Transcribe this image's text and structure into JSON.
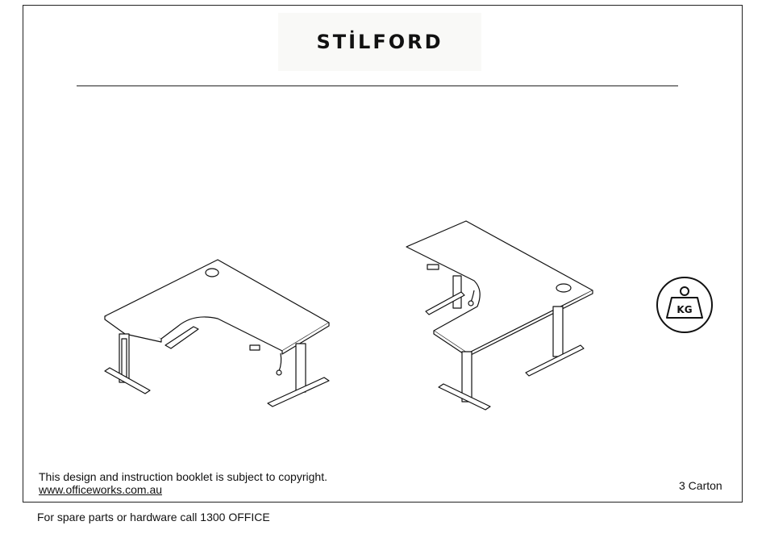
{
  "brand": {
    "logo_text": "STİLFORD"
  },
  "footer": {
    "copyright": "This design and instruction booklet is subject to copyright.",
    "website": "www.officeworks.com.au",
    "cartons": "3 Carton",
    "spare_parts": "For spare parts or hardware call 1300 OFFICE"
  },
  "badge": {
    "weight_label": "KG",
    "icon": "weight-kg-icon"
  }
}
